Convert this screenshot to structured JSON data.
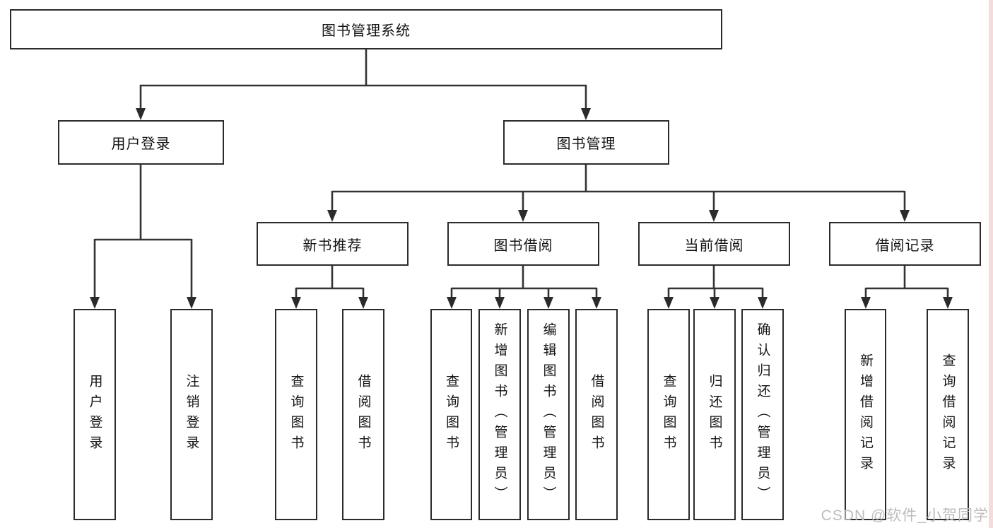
{
  "diagram": {
    "root": {
      "label": "图书管理系统"
    },
    "level2": [
      {
        "label": "用户登录"
      },
      {
        "label": "图书管理"
      }
    ],
    "level3": [
      {
        "label": "新书推荐"
      },
      {
        "label": "图书借阅"
      },
      {
        "label": "当前借阅"
      },
      {
        "label": "借阅记录"
      }
    ],
    "leaves": [
      {
        "parent": "用户登录",
        "label": "用户登录"
      },
      {
        "parent": "用户登录",
        "label": "注销登录"
      },
      {
        "parent": "新书推荐",
        "label": "查询图书"
      },
      {
        "parent": "新书推荐",
        "label": "借阅图书"
      },
      {
        "parent": "图书借阅",
        "label": "查询图书"
      },
      {
        "parent": "图书借阅",
        "label": "新增图书（管理员）"
      },
      {
        "parent": "图书借阅",
        "label": "编辑图书（管理员）"
      },
      {
        "parent": "图书借阅",
        "label": "借阅图书"
      },
      {
        "parent": "当前借阅",
        "label": "查询图书"
      },
      {
        "parent": "当前借阅",
        "label": "归还图书"
      },
      {
        "parent": "当前借阅",
        "label": "确认归还（管理员）"
      },
      {
        "parent": "借阅记录",
        "label": "新增借阅记录"
      },
      {
        "parent": "借阅记录",
        "label": "查询借阅记录"
      }
    ],
    "watermark": "CSDN @软件_小贺同学",
    "colors": {
      "line": "#333333",
      "box_border": "#2b2b2b",
      "text": "#141414",
      "watermark": "#bcbcbc",
      "right_edge_strip": "#f5dcdc",
      "background": "#ffffff"
    }
  }
}
